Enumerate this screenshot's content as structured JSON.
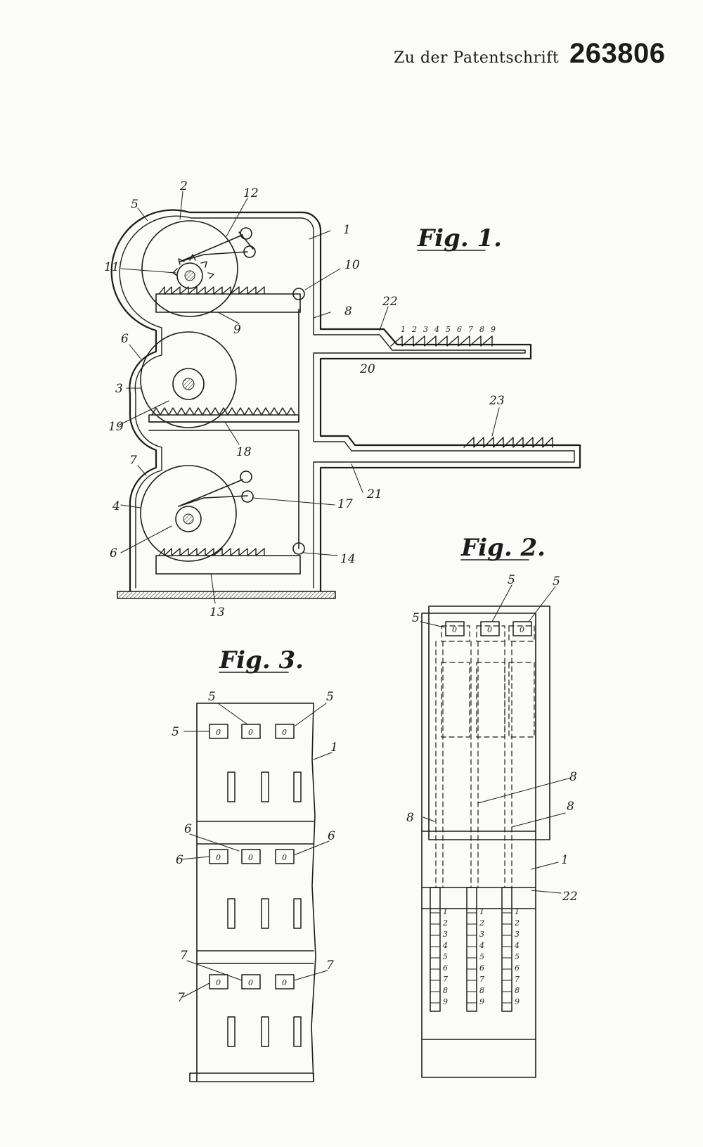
{
  "header": {
    "prefix": "Zu der Patentschrift",
    "number": "263806"
  },
  "figures": {
    "fig1": {
      "label": "Fig. 1.",
      "refs": [
        "1",
        "2",
        "3",
        "4",
        "5",
        "6",
        "7",
        "8",
        "9",
        "10",
        "11",
        "12",
        "13",
        "14",
        "17",
        "18",
        "19",
        "20",
        "21",
        "22",
        "23",
        "6"
      ],
      "scale_digits": [
        "1",
        "2",
        "3",
        "4",
        "5",
        "6",
        "7",
        "8",
        "9"
      ]
    },
    "fig2": {
      "label": "Fig. 2.",
      "refs": [
        "5",
        "5",
        "5",
        "8",
        "8",
        "8",
        "1",
        "22"
      ],
      "knob_value": "0",
      "digits": [
        "1",
        "2",
        "3",
        "4",
        "5",
        "6",
        "7",
        "8",
        "9"
      ]
    },
    "fig3": {
      "label": "Fig. 3.",
      "refs": [
        "5",
        "5",
        "5",
        "1",
        "6",
        "6",
        "6",
        "7",
        "7",
        "7"
      ],
      "knob_value": "0"
    }
  },
  "colors": {
    "ink": "#1c1c1c",
    "paper": "#fbfbf9"
  }
}
